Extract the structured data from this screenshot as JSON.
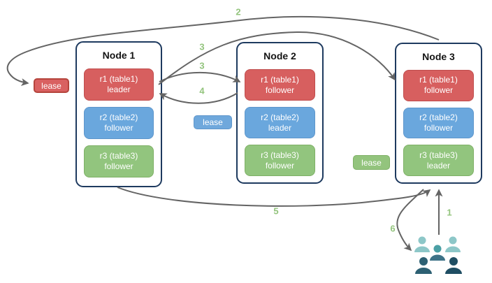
{
  "nodes": [
    {
      "title": "Node 1",
      "replicas": [
        {
          "line1": "r1 (table1)",
          "line2": "leader",
          "color": "red"
        },
        {
          "line1": "r2 (table2)",
          "line2": "follower",
          "color": "blue"
        },
        {
          "line1": "r3 (table3)",
          "line2": "follower",
          "color": "green"
        }
      ]
    },
    {
      "title": "Node 2",
      "replicas": [
        {
          "line1": "r1 (table1)",
          "line2": "follower",
          "color": "red"
        },
        {
          "line1": "r2 (table2)",
          "line2": "leader",
          "color": "blue"
        },
        {
          "line1": "r3 (table3)",
          "line2": "follower",
          "color": "green"
        }
      ]
    },
    {
      "title": "Node 3",
      "replicas": [
        {
          "line1": "r1 (table1)",
          "line2": "follower",
          "color": "red"
        },
        {
          "line1": "r2 (table2)",
          "line2": "follower",
          "color": "blue"
        },
        {
          "line1": "r3 (table3)",
          "line2": "leader",
          "color": "green"
        }
      ]
    }
  ],
  "leases": [
    {
      "label": "lease",
      "color": "red"
    },
    {
      "label": "lease",
      "color": "blue"
    },
    {
      "label": "lease",
      "color": "green"
    }
  ],
  "steps": [
    {
      "label": "1"
    },
    {
      "label": "2"
    },
    {
      "label": "3"
    },
    {
      "label": "3"
    },
    {
      "label": "4"
    },
    {
      "label": "5"
    },
    {
      "label": "6"
    }
  ],
  "clients": {
    "icon": "users-group-icon"
  },
  "colors": {
    "replica_red_fill": "#d75f5f",
    "replica_red_border": "#bf4d4d",
    "replica_blue_fill": "#6aa7dd",
    "replica_blue_border": "#5e96cb",
    "replica_green_fill": "#92c57e",
    "replica_green_border": "#7eb066",
    "node_border": "#1e3a5f",
    "arrow": "#646464",
    "step_label": "#93c47d",
    "clients_light": "#8dc7c8",
    "clients_mid_head": "#4ba0a5",
    "clients_mid_body": "#3d7287",
    "clients_dark_left": "#2d6073",
    "clients_dark_right": "#1f4e63"
  }
}
